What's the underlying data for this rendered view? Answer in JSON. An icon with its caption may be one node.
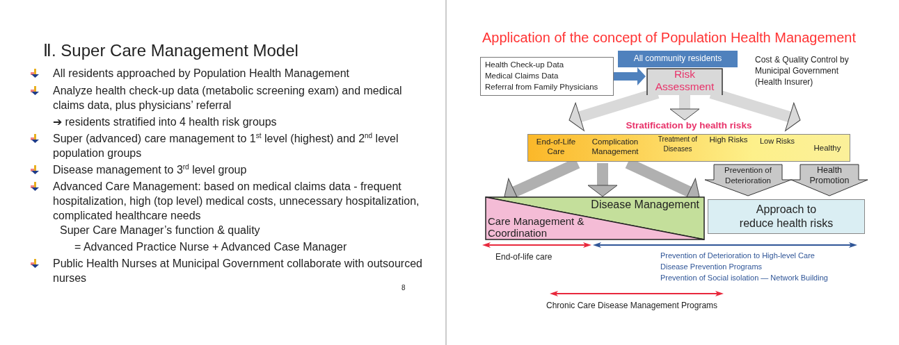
{
  "diagram": {
    "title": "Application of the concept of Population Health Management",
    "nodes": [
      {
        "text": [
          "Health Check-up Data",
          "Medical Claims Data",
          "Referral from Family Physicians"
        ]
      },
      {
        "text": [
          "All community residents"
        ]
      },
      {
        "text": [
          "Risk Assessment"
        ]
      },
      {
        "text": [
          "Stratification by health risks",
          "End-of-Life Care",
          "Complication Management",
          "Treatment of Diseases",
          "High Risks",
          "Low Risks",
          "Healthy"
        ]
      },
      {
        "text": [
          "Prevention of Deterioration"
        ]
      },
      {
        "text": [
          "Health Promotion"
        ]
      },
      {
        "text": [
          "Care Management & Coordination"
        ]
      },
      {
        "text": [
          "Disease Management"
        ]
      },
      {
        "text": [
          "Approach to reduce health risks"
        ]
      }
    ],
    "edges": [
      {
        "from": 0,
        "to": 2,
        "arrow": "to",
        "color": "#4f81bd"
      },
      {
        "from": 2,
        "to": 3,
        "arrow": "to"
      },
      {
        "from": 2,
        "to": 3,
        "arrow": "to"
      },
      {
        "from": 2,
        "to": 3,
        "arrow": "to"
      },
      {
        "from": 3,
        "to": 7,
        "arrow": "to",
        "color": "#b0b0b0"
      },
      {
        "from": 3,
        "to": 7,
        "arrow": "to",
        "color": "#b0b0b0"
      },
      {
        "from": 3,
        "to": 7,
        "arrow": "to",
        "color": "#b0b0b0"
      }
    ],
    "labels": [
      "Ⅱ. Super Care Management Model",
      "All residents approached by Population Health Management",
      "Analyze health check-up data (metabolic screening exam) and medical claims data, plus physicians’ referral",
      "➔ residents stratified into 4 health risk groups",
      "Super (advanced) care management to 1$^{st}$ level (highest) and 2$^{nd}$ level population groups",
      "Disease management to 3$^{rd}$ level group",
      "Advanced Care Management: based on medical claims data - frequent hospitalization, high (top level) medical costs, unnecessary hospitalization, complicated healthcare needs",
      "Super Care Manager’s function & quality",
      "= Advanced Practice Nurse + Advanced Case Manager",
      "Public Health Nurses at Municipal Government collaborate with outsourced nurses",
      "8",
      "Cost & Quality Control by Municipal Government (Health Insurer)",
      "End-of-life care",
      "Prevention of Deterioration to High-level Care",
      "Disease Prevention Programs",
      "Prevention of Social isolation — Network Building",
      "Chronic Care Disease Management Programs"
    ]
  }
}
